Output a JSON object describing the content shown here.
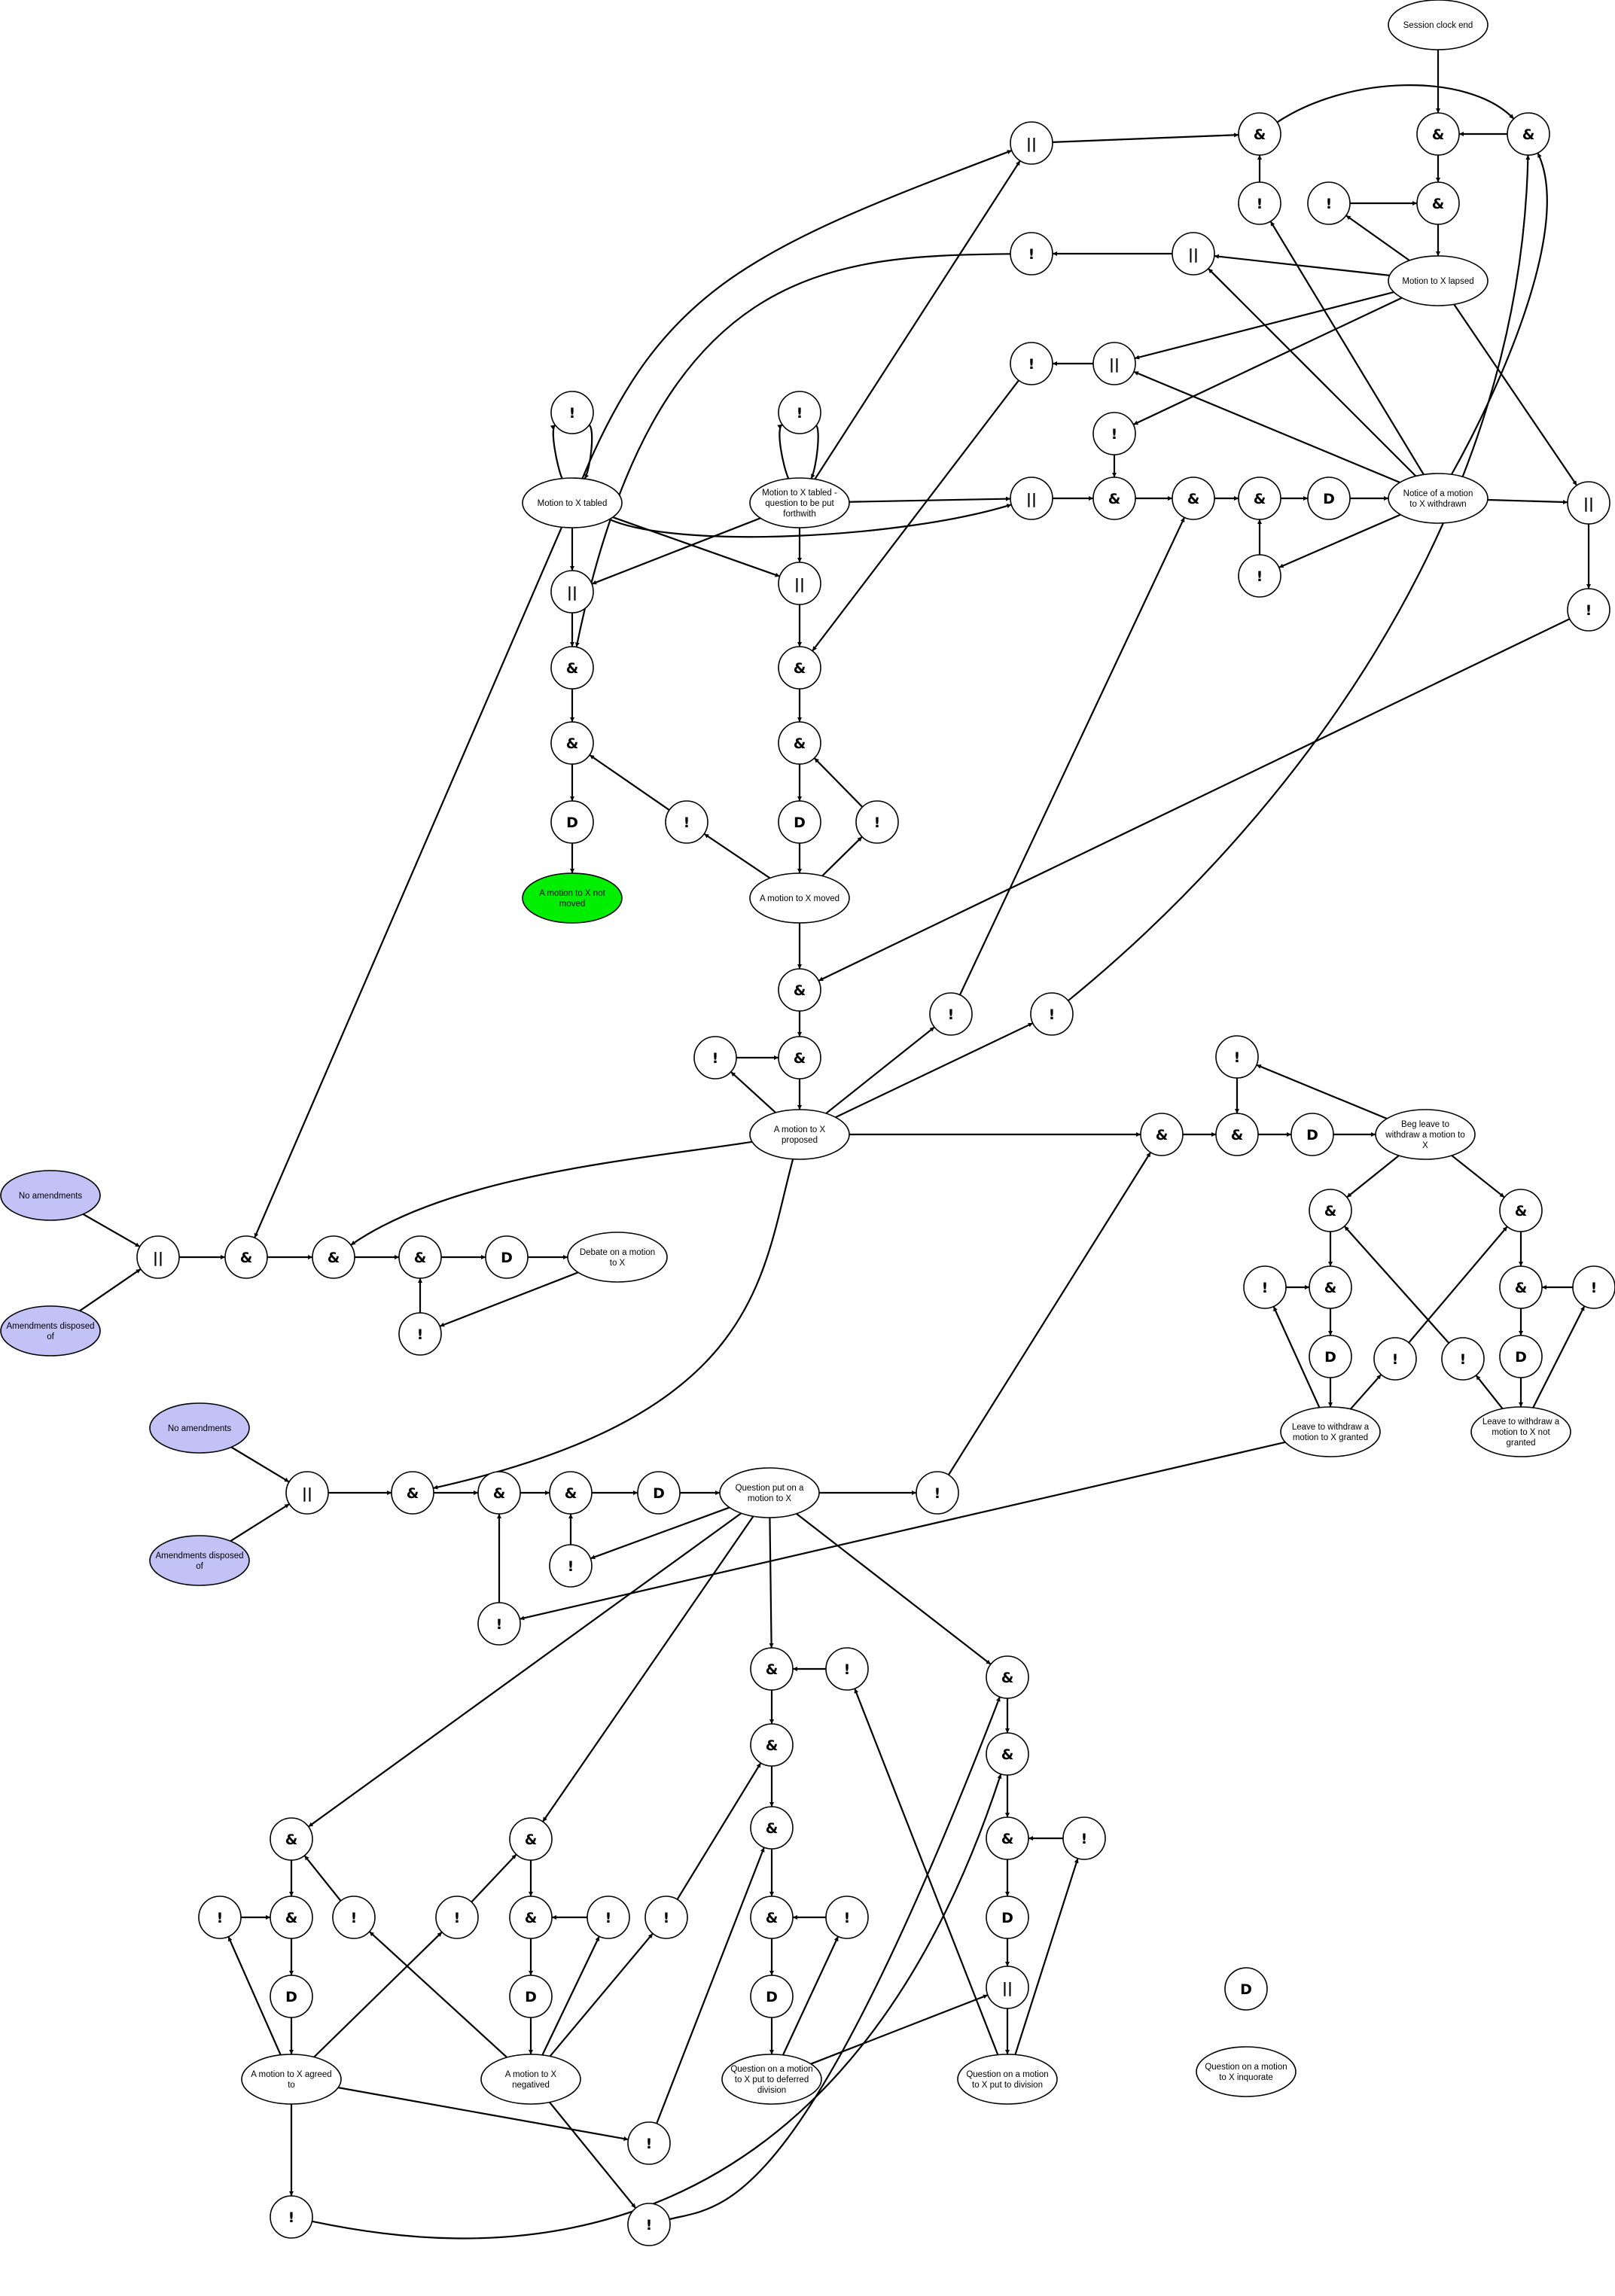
{
  "symbols": {
    "and": "&",
    "or": "||",
    "not": "!",
    "delay": "D"
  },
  "labels": {
    "session_clock_end": "Session clock end",
    "lapsed": "Motion to X lapsed",
    "notice_withdrawn": "Notice of a motion to X withdrawn",
    "tabled": "Motion to X tabled",
    "tabled_forthwith": "Motion to X tabled - question to be put forthwith",
    "not_moved": "A motion to X not moved",
    "moved": "A motion to X moved",
    "proposed": "A motion to X proposed",
    "beg_leave": "Beg leave to withdraw a motion to X",
    "no_amend_1": "No amendments",
    "amend_disposed_1": "Amendments disposed of",
    "debate": "Debate on a motion to X",
    "leave_granted": "Leave to withdraw a motion to X granted",
    "leave_not_granted": "Leave to withdraw a motion to X not granted",
    "no_amend_2": "No amendments",
    "amend_disposed_2": "Amendments disposed of",
    "question_put": "Question put on a motion to X",
    "agreed": "A motion to X agreed to",
    "negatived": "A motion to X negatived",
    "deferred_division": "Question on a motion to X put to deferred division",
    "put_to_division": "Question on a motion to X put to division",
    "inquorate": "Question on a motion to X inquorate"
  },
  "colors": {
    "start": "#00ee00",
    "input": "#c2c2f7",
    "node": "#ffffff",
    "line": "#000000"
  }
}
